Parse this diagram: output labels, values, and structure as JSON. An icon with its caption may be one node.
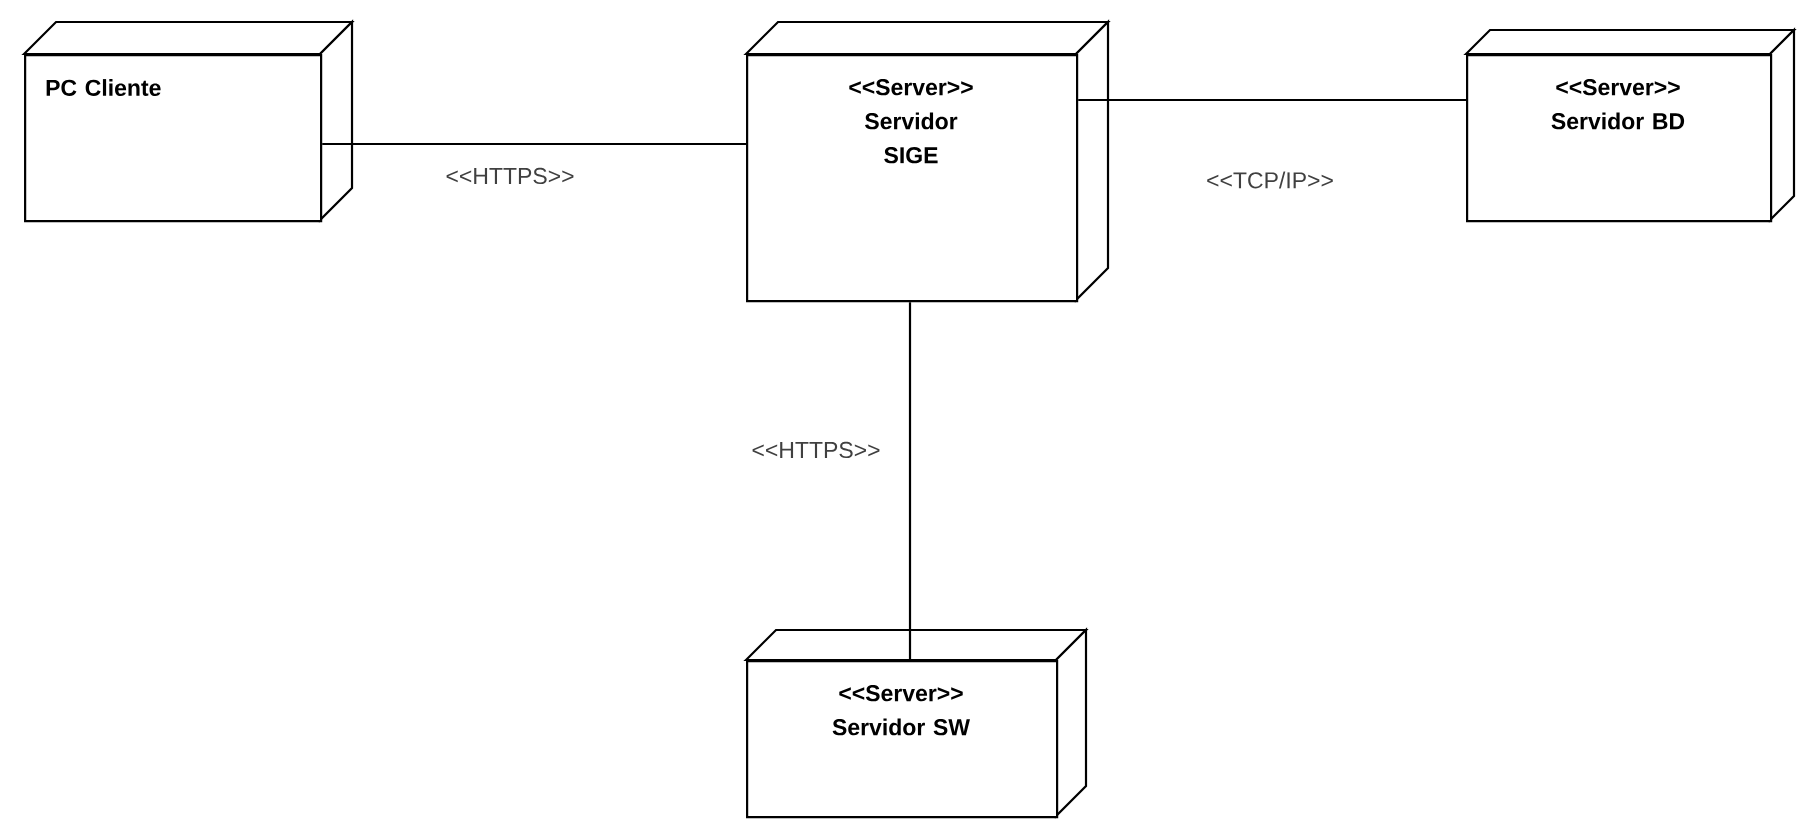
{
  "diagram": {
    "nodes": [
      {
        "text": [
          "PC Cliente"
        ]
      },
      {
        "text": [
          "<<Server>>",
          "Servidor SIGE"
        ]
      },
      {
        "text": [
          "<<Server>>",
          "Servidor BD"
        ]
      },
      {
        "text": [
          "<<Server>>",
          "Servidor SW"
        ]
      }
    ],
    "edges": [
      {
        "from": 0,
        "to": 1,
        "arrow": "none",
        "label": "<<HTTPS>>"
      },
      {
        "from": 1,
        "to": 2,
        "arrow": "none",
        "label": "<<TCP/IP>>"
      },
      {
        "from": 1,
        "to": 3,
        "arrow": "none",
        "label": "<<HTTPS>>"
      }
    ]
  }
}
